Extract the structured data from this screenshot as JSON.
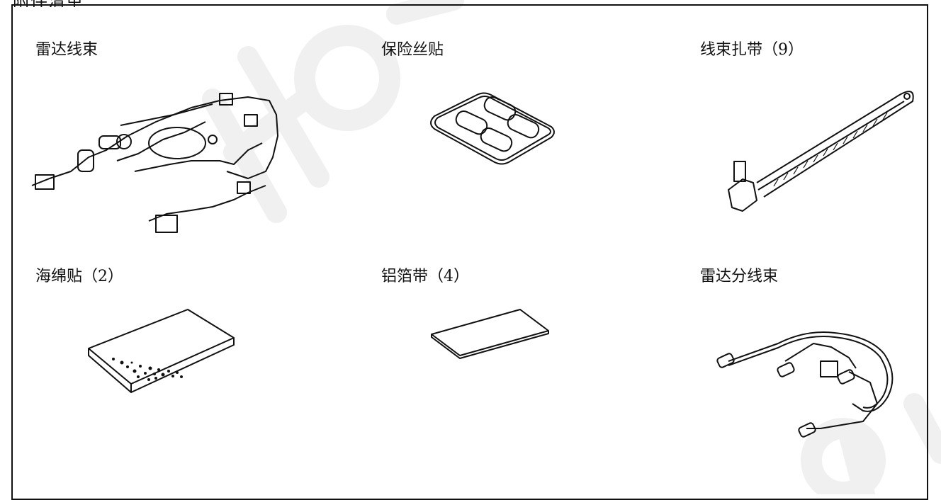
{
  "section_heading": "附件清单",
  "parts": [
    {
      "label": "雷达线束",
      "icon": "radar-harness-icon"
    },
    {
      "label": "保险丝贴",
      "icon": "fuse-sticker-icon"
    },
    {
      "label": "线束扎带（9）",
      "icon": "cable-tie-icon"
    },
    {
      "label": "海绵贴（2）",
      "icon": "sponge-pad-icon"
    },
    {
      "label": "铝箔带（4）",
      "icon": "aluminum-foil-tape-icon"
    },
    {
      "label": "雷达分线束",
      "icon": "radar-sub-harness-icon"
    }
  ],
  "watermark": {
    "text": "Honda",
    "color": "#f0f0f0"
  }
}
